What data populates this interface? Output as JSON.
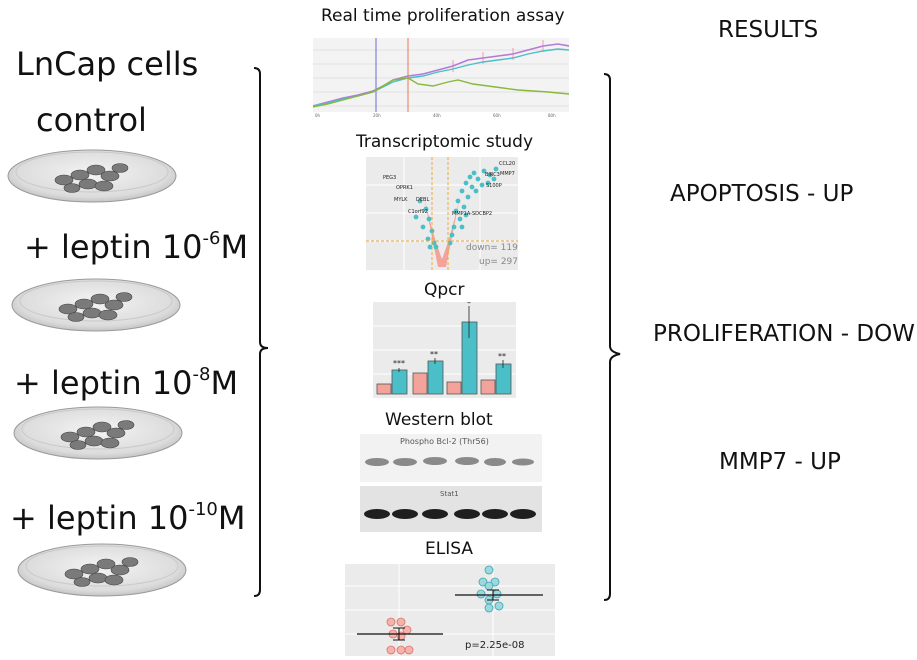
{
  "left": {
    "cell_line": "LnCap cells",
    "conditions": [
      {
        "label": "control",
        "base": "",
        "exponent": "",
        "suffix": ""
      },
      {
        "label": "+ leptin 10",
        "exponent": "-6",
        "suffix": "M"
      },
      {
        "label": "+ leptin 10",
        "exponent": "-8",
        "suffix": "M"
      },
      {
        "label": "+ leptin 10",
        "exponent": "-10",
        "suffix": "M"
      }
    ]
  },
  "methods": {
    "proliferation": "Real time proliferation assay",
    "transcriptomic": "Transcriptomic study",
    "qpcr": "Qpcr",
    "western": "Western blot",
    "elisa": "ELISA"
  },
  "volcano": {
    "genes": [
      "CCL20",
      "MMP7",
      "BIRC3",
      "S100P",
      "PEG3",
      "OPRK1",
      "MYLK",
      "DEBL",
      "C1orf92",
      "MMP1A-SDCBP2"
    ],
    "down": "down= 119",
    "up": "up= 297"
  },
  "western_blot": {
    "top_label": "Phospho Bcl-2 (Thr56)",
    "bottom_label": "Stat1"
  },
  "elisa": {
    "pvalue": "p=2.25e-08"
  },
  "qpcr": {
    "significance": [
      "***",
      "**",
      "*",
      "**"
    ]
  },
  "results": {
    "title": "RESULTS",
    "items": [
      "APOPTOSIS - UP",
      "PROLIFERATION - DOWN",
      "MMP7 - UP"
    ]
  },
  "colors": {
    "teal": "#4bbfc7",
    "salmon": "#f4a39a",
    "purple": "#b57ad6",
    "green": "#8ab83b",
    "dish": "#d9d9d9"
  }
}
